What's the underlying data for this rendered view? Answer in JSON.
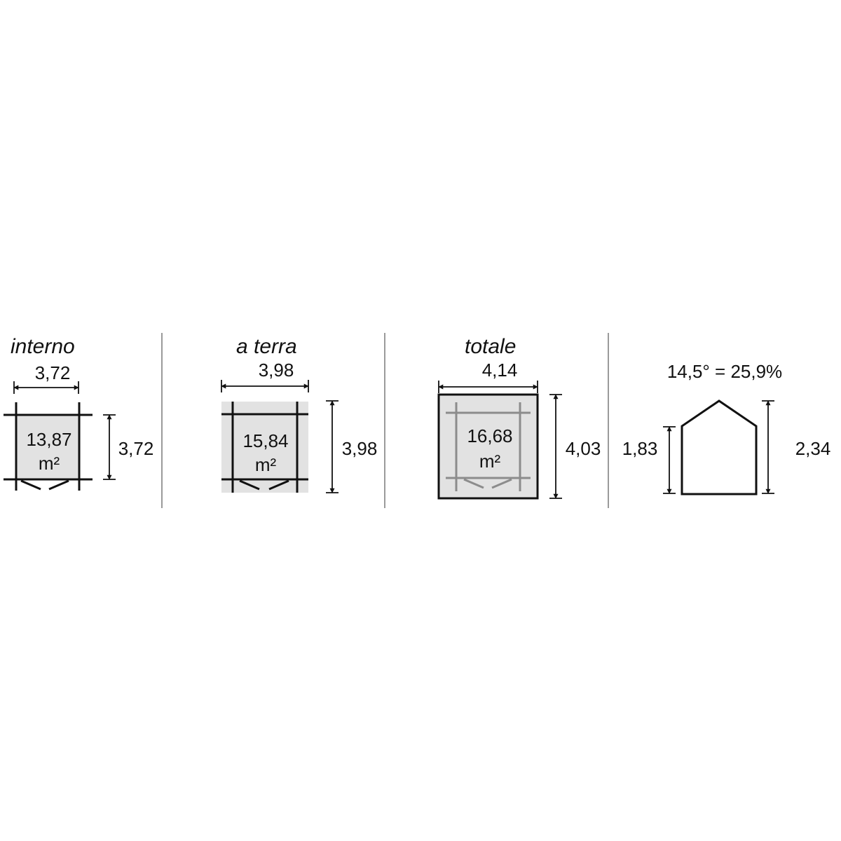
{
  "panels": {
    "interno": {
      "title": "interno",
      "width_label": "3,72",
      "height_label": "3,72",
      "area_value": "13,87",
      "area_unit": "m²"
    },
    "a_terra": {
      "title": "a terra",
      "width_label": "3,98",
      "height_label": "3,98",
      "area_value": "15,84",
      "area_unit": "m²"
    },
    "totale": {
      "title": "totale",
      "width_label": "4,14",
      "height_label": "4,03",
      "area_value": "16,68",
      "area_unit": "m²"
    },
    "profile": {
      "pitch_label": "14,5° = 25,9%",
      "wall_height_label": "1,83",
      "ridge_height_label": "2,34"
    }
  },
  "colors": {
    "line": "#111111",
    "fill": "#e2e2e2",
    "grey_line": "#8c8c8c",
    "divider": "#9a9a9a"
  }
}
